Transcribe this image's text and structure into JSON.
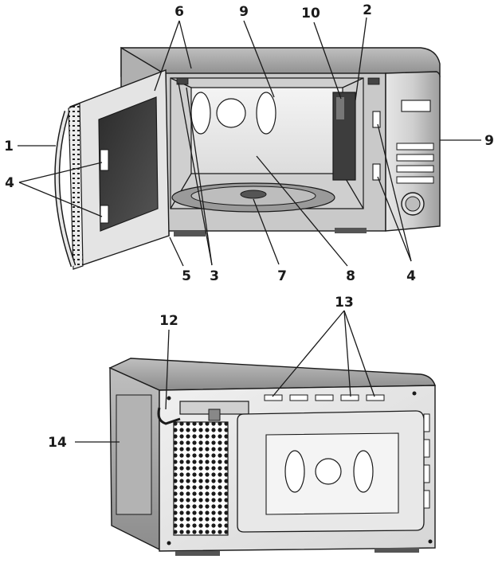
{
  "labels": {
    "l1": "1",
    "l2": "2",
    "l3": "3",
    "l4a": "4",
    "l4b": "4",
    "l5": "5",
    "l6": "6",
    "l7": "7",
    "l8": "8",
    "l9a": "9",
    "l9b": "9",
    "l10": "10",
    "l12": "12",
    "l13": "13",
    "l14": "14"
  },
  "colors": {
    "outline": "#1a1a1a",
    "body": "#d9d9d9",
    "body_dark": "#a6a6a6",
    "window": "#3a3a3a"
  }
}
